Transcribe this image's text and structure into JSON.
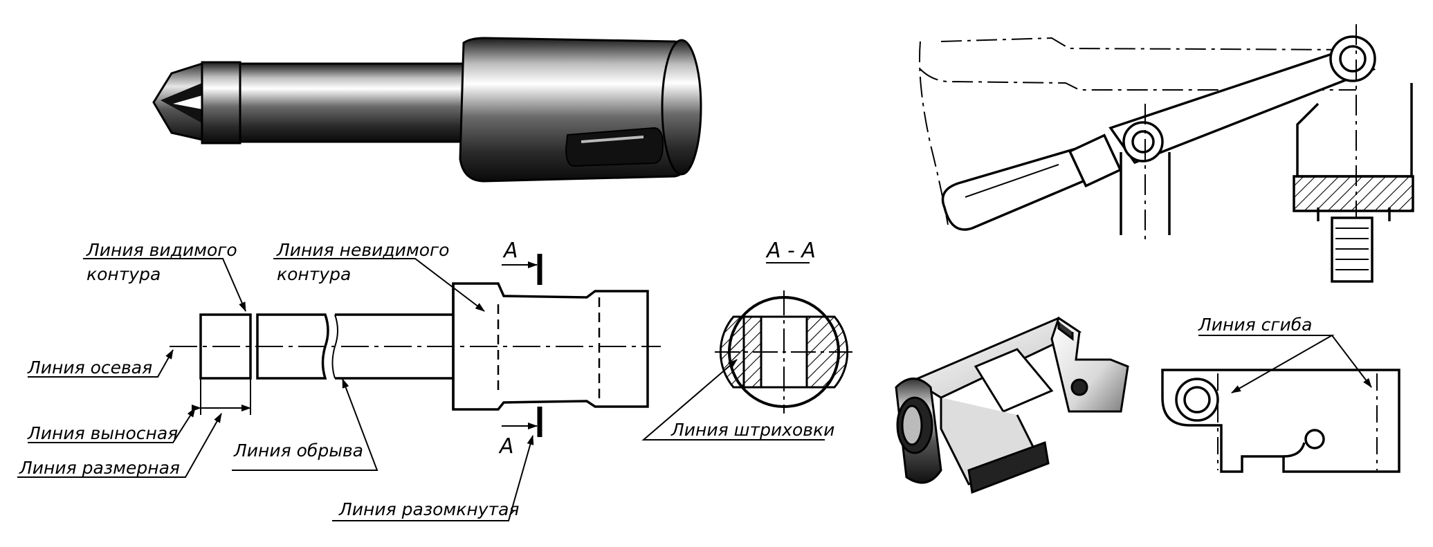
{
  "labels": {
    "visible_contour_1": "Линия видимого",
    "visible_contour_2": "контура",
    "hidden_contour_1": "Линия невидимого",
    "hidden_contour_2": "контура",
    "axis_line": "Линия осевая",
    "extension_line": "Линия выносная",
    "dimension_line": "Линия размерная",
    "break_line": "Линия обрыва",
    "open_line": "Линия разомкнутая",
    "hatch_line": "Линия штриховки",
    "bend_line": "Линия сгиба"
  },
  "section": {
    "title": "А - А",
    "letter_top": "А",
    "letter_bottom": "А"
  },
  "colors": {
    "ink": "#000000",
    "paper": "#ffffff"
  }
}
